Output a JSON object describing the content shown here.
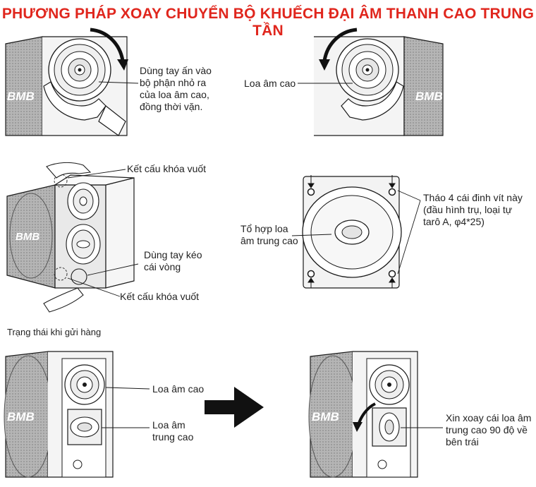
{
  "title": "PHƯƠNG PHÁP XOAY CHUYỂN BỘ KHUẾCH ĐẠI ÂM THANH CAO TRUNG TẦN",
  "colors": {
    "title": "#e0261d",
    "line": "#1a1a1a",
    "grille": "#9a9a9a",
    "panel": "#e9e9e9",
    "arrow": "#111111"
  },
  "brand": "BMB",
  "panels": {
    "step1_left": {
      "note": "Dùng tay ấn vào\nbộ phận nhỏ ra\ncủa loa âm cao,\nđồng thời vặn."
    },
    "step1_right": {
      "note": "Loa âm cao"
    },
    "step2_left": {
      "lock_top": "Kết cấu khóa vuốt",
      "pull_ring": "Dùng tay kéo\ncái vòng",
      "lock_bottom": "Kết cấu khóa vuốt"
    },
    "step2_right": {
      "assembly": "Tổ hợp loa\nâm trung cao",
      "screws": "Tháo 4 cái đinh vít này\n(đầu hình trụ, loại tự\ntarô A, φ4*25)"
    },
    "shipping": {
      "heading": "Trạng thái khi gửi hàng",
      "tweeter": "Loa âm cao",
      "midrange": "Loa âm\ntrung cao"
    },
    "result": {
      "note": "Xin xoay cái loa âm\ntrung cao 90 độ về\nbên trái"
    }
  },
  "icons": [
    "rotate-cw-arrow-icon",
    "rotate-ccw-arrow-icon",
    "right-arrow-icon",
    "screw-icon",
    "hand-icon"
  ]
}
